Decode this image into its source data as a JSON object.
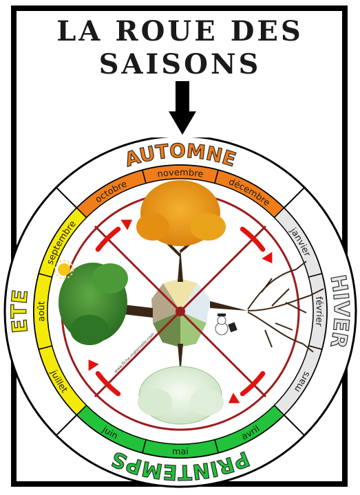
{
  "title": {
    "line1": "LA ROUE DES",
    "line2": "SAISONS"
  },
  "seasons": {
    "autumn": {
      "label": "AUTOMNE",
      "color": "#f07d1a"
    },
    "winter": {
      "label": "HIVER",
      "color": "#e6e6e6"
    },
    "spring": {
      "label": "PRINTEMPS",
      "color": "#22c23a"
    },
    "summer": {
      "label": "ETE",
      "color": "#f4ea0a"
    }
  },
  "months": [
    {
      "name": "octobre",
      "season": "autumn"
    },
    {
      "name": "novembre",
      "season": "autumn"
    },
    {
      "name": "décembre",
      "season": "autumn"
    },
    {
      "name": "janvier",
      "season": "winter"
    },
    {
      "name": "février",
      "season": "winter"
    },
    {
      "name": "mars",
      "season": "winter"
    },
    {
      "name": "avril",
      "season": "spring"
    },
    {
      "name": "mai",
      "season": "spring"
    },
    {
      "name": "juin",
      "season": "spring"
    },
    {
      "name": "juillet",
      "season": "summer"
    },
    {
      "name": "août",
      "season": "summer"
    },
    {
      "name": "septembre",
      "season": "summer"
    }
  ],
  "watermark": "www.fiche-maternelle.com",
  "colors": {
    "axis": "#9b1c1c",
    "rotate_arrow": "#e0140e",
    "ring_line": "#000000",
    "label_text": "#3b3b3b"
  },
  "trees": [
    {
      "name": "autumn-tree",
      "canopy": "#e89a14"
    },
    {
      "name": "winter-tree",
      "canopy": "#ffffff"
    },
    {
      "name": "spring-tree",
      "canopy": "#e8f2e4"
    },
    {
      "name": "summer-tree",
      "canopy": "#3a8a2c"
    }
  ]
}
